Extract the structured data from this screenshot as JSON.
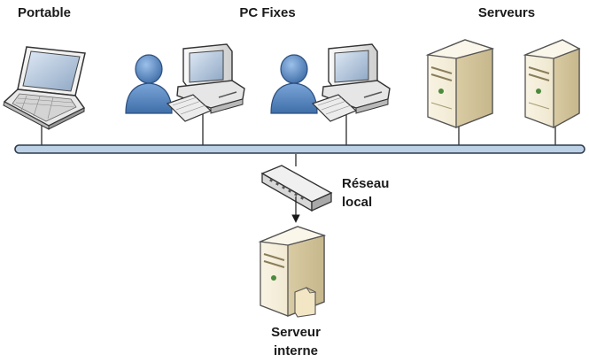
{
  "labels": {
    "portable": "Portable",
    "pc_fixes": "PC Fixes",
    "serveurs": "Serveurs",
    "reseau_line1": "Réseau",
    "reseau_line2": "local",
    "serveur_interne_line1": "Serveur",
    "serveur_interne_line2": "interne"
  },
  "icons": {
    "laptop": "laptop-icon",
    "workstation": "workstation-icon",
    "user": "user-icon",
    "server": "server-tower-icon",
    "switch": "network-switch-icon",
    "folder": "document-icon"
  },
  "colors": {
    "bus_fill": "#bcd0e6",
    "bus_stroke": "#2f3b4c",
    "server_body": "#f3ecd5",
    "person": "#5b89c2",
    "pc_case": "#e9e9e9"
  }
}
